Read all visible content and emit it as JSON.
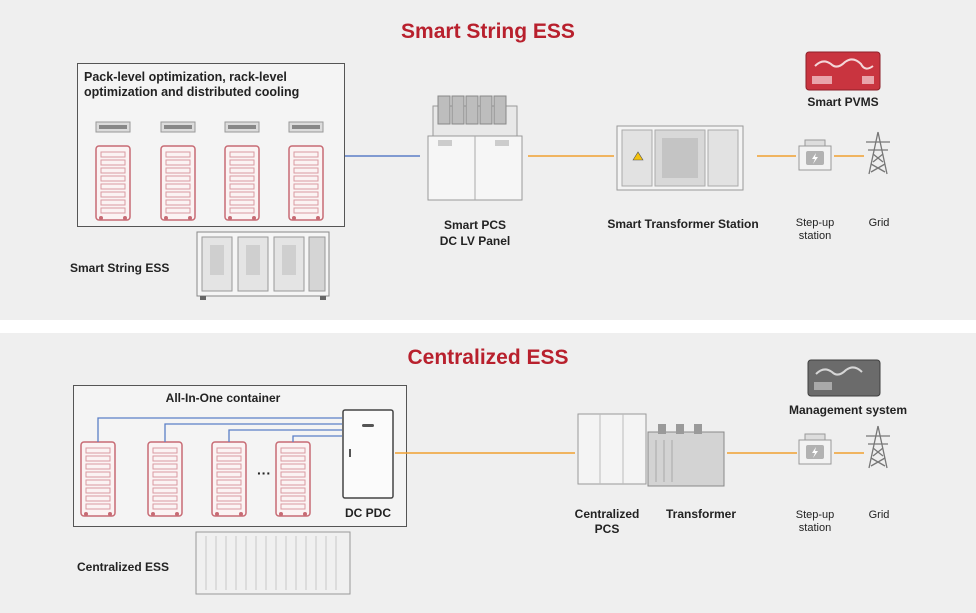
{
  "colors": {
    "accent": "#b8202d",
    "dc_line": "#5b7fc7",
    "ac_line": "#f0a030"
  },
  "top": {
    "title": "Smart String ESS",
    "box_caption": "Pack-level optimization, rack-level optimization and distributed cooling",
    "ess_label": "Smart String ESS",
    "pcs_label_1": "Smart PCS",
    "pcs_label_2": "DC LV Panel",
    "transformer_label": "Smart Transformer Station",
    "pvms_label": "Smart PVMS",
    "stepup_label_1": "Step-up",
    "stepup_label_2": "station",
    "grid_label": "Grid"
  },
  "bottom": {
    "title": "Centralized ESS",
    "box_caption": "All-In-One container",
    "dcpdc_label": "DC PDC",
    "ellipsis": "···",
    "ess_label": "Centralized ESS",
    "pcs_label_1": "Centralized",
    "pcs_label_2": "PCS",
    "transformer_label": "Transformer",
    "mgmt_label": "Management system",
    "stepup_label_1": "Step-up",
    "stepup_label_2": "station",
    "grid_label": "Grid"
  }
}
